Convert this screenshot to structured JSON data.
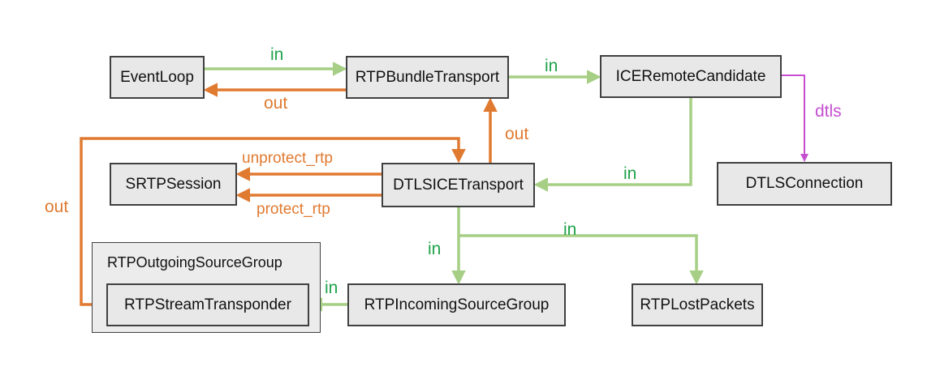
{
  "colors": {
    "in": "#a6cf85",
    "out": "#e07a30",
    "dtls": "#c64fd0",
    "in_text": "#1fa24a"
  },
  "nodes": {
    "event_loop": "EventLoop",
    "rtp_bundle_transport": "RTPBundleTransport",
    "ice_remote_candidate": "ICERemoteCandidate",
    "srtp_session": "SRTPSession",
    "dtls_ice_transport": "DTLSICETransport",
    "dtls_connection": "DTLSConnection",
    "rtp_outgoing_source_group": "RTPOutgoingSourceGroup",
    "rtp_stream_transponder": "RTPStreamTransponder",
    "rtp_incoming_source_group": "RTPIncomingSourceGroup",
    "rtp_lost_packets": "RTPLostPackets"
  },
  "edge_labels": {
    "eventloop_to_bundle": "in",
    "bundle_to_eventloop": "out",
    "bundle_to_ice": "in",
    "ice_to_dtls_connection": "dtls",
    "ice_to_dtlsice": "in",
    "dtlsice_to_bundle": "out",
    "unprotect_rtp": "unprotect_rtp",
    "protect_rtp": "protect_rtp",
    "transponder_to_dtlsice": "out",
    "dtlsice_to_incoming": "in",
    "dtlsice_to_lost": "in",
    "incoming_to_transponder": "in"
  }
}
